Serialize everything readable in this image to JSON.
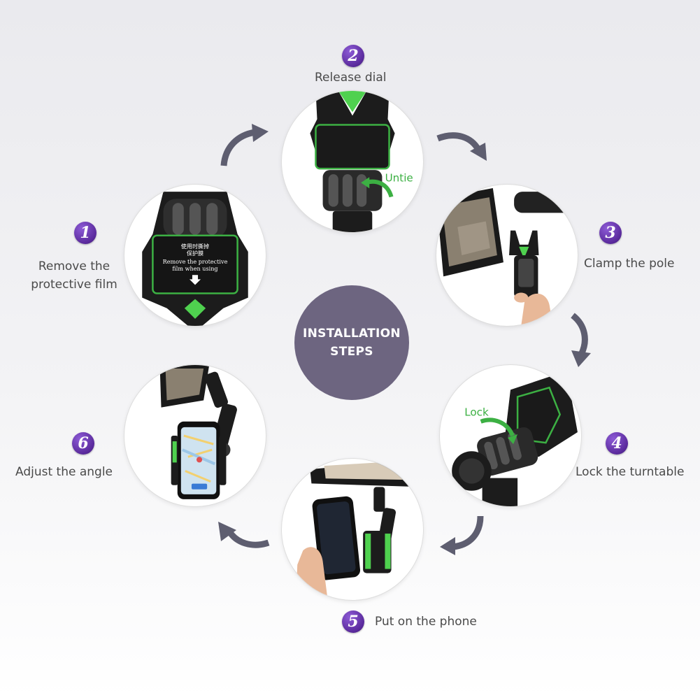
{
  "center": {
    "label_line1": "INSTALLATION",
    "label_line2": "STEPS"
  },
  "steps": [
    {
      "number": "1",
      "label_line1": "Remove the",
      "label_line2": "protective film",
      "photo_text": [
        "使用时撕掉",
        "保护膜",
        "Remove the protective",
        "film when using"
      ]
    },
    {
      "number": "2",
      "label": "Release dial",
      "callout": "Untie"
    },
    {
      "number": "3",
      "label": "Clamp the pole"
    },
    {
      "number": "4",
      "label": "Lock the turntable",
      "callout": "Lock"
    },
    {
      "number": "5",
      "label": "Put on the phone"
    },
    {
      "number": "6",
      "label": "Adjust the angle"
    }
  ],
  "colors": {
    "accent_purple": "#5a2a9c",
    "center_fill": "#6d6580",
    "callout_green": "#3cb043",
    "arrow_gray": "#5e5e70"
  },
  "icons": {
    "flow_arrow": "curved-arrow-icon"
  }
}
